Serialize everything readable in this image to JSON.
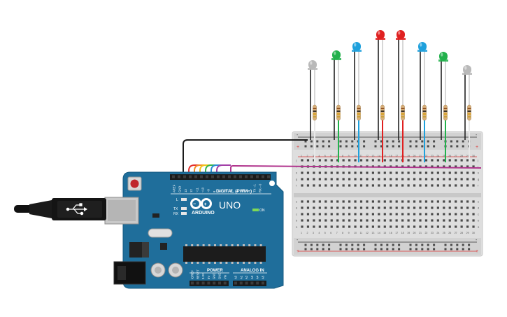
{
  "canvas": {
    "background": "#ffffff"
  },
  "arduino": {
    "brand": "ARDUINO",
    "model": "UNO",
    "digital_label": "DIGITAL (PWM~)",
    "power_label": "POWER",
    "analog_label": "ANALOG IN",
    "on_label": "ON",
    "tx_label": "TX",
    "rx_label": "RX",
    "l_label": "L",
    "top_pins": [
      "AREF",
      "GND",
      "13",
      "12",
      "~11",
      "~10",
      "~9",
      "8",
      "7",
      "~6",
      "~5",
      "4",
      "~3",
      "2",
      "TX→1",
      "RX←0"
    ],
    "power_pins": [
      "IOREF",
      "RESET",
      "3.3V",
      "5V",
      "GND",
      "GND",
      "Vin"
    ],
    "analog_pins": [
      "A0",
      "A1",
      "A2",
      "A3",
      "A4",
      "A5"
    ],
    "board_color": "#1f6e9b"
  },
  "breadboard": {
    "top_rows": [
      "j",
      "i",
      "h",
      "g",
      "f"
    ],
    "bottom_rows": [
      "e",
      "d",
      "c",
      "b",
      "a"
    ],
    "columns": [
      "1",
      "2",
      "3",
      "4",
      "5",
      "6",
      "7",
      "8",
      "9",
      "10",
      "11",
      "12",
      "13",
      "14",
      "15",
      "16",
      "17",
      "18",
      "19",
      "20",
      "21",
      "22",
      "23",
      "24",
      "25",
      "26",
      "27",
      "28",
      "29",
      "30"
    ],
    "rail_plus": "+",
    "rail_minus": "-"
  },
  "leds": [
    {
      "color": "#b9b9b9",
      "name": "white"
    },
    {
      "color": "#22b14c",
      "name": "green"
    },
    {
      "color": "#1ea0dc",
      "name": "blue"
    },
    {
      "color": "#e02020",
      "name": "red"
    },
    {
      "color": "#e02020",
      "name": "red"
    },
    {
      "color": "#1ea0dc",
      "name": "blue"
    },
    {
      "color": "#22b14c",
      "name": "green"
    },
    {
      "color": "#b9b9b9",
      "name": "white"
    }
  ],
  "wire_colors": [
    "#e4322f",
    "#f28c28",
    "#f2c31b",
    "#3ab54a",
    "#2a8fd6",
    "#a33fa8"
  ]
}
